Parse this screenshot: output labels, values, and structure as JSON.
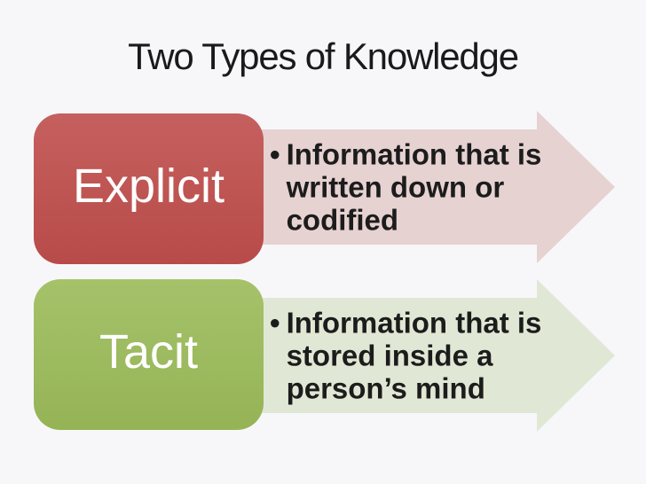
{
  "slide": {
    "title": "Two Types of Knowledge",
    "bullet_glyph": "•",
    "items": [
      {
        "label": "Explicit",
        "bullet_lines": [
          "Information that is",
          "written down or",
          "codified"
        ],
        "box_color": "#BF4E4C",
        "arrow_color": "#E6D2D1"
      },
      {
        "label": "Tacit",
        "bullet_lines": [
          "Information that is",
          "stored inside a",
          "person’s mind"
        ],
        "box_color": "#9BBB59",
        "arrow_color": "#E0E8D5"
      }
    ],
    "colors": {
      "background": "#F7F7FA",
      "title_text": "#1A1A1A",
      "bullet_text": "#1C1C1C",
      "box_label_text": "#FFFFFF"
    }
  }
}
